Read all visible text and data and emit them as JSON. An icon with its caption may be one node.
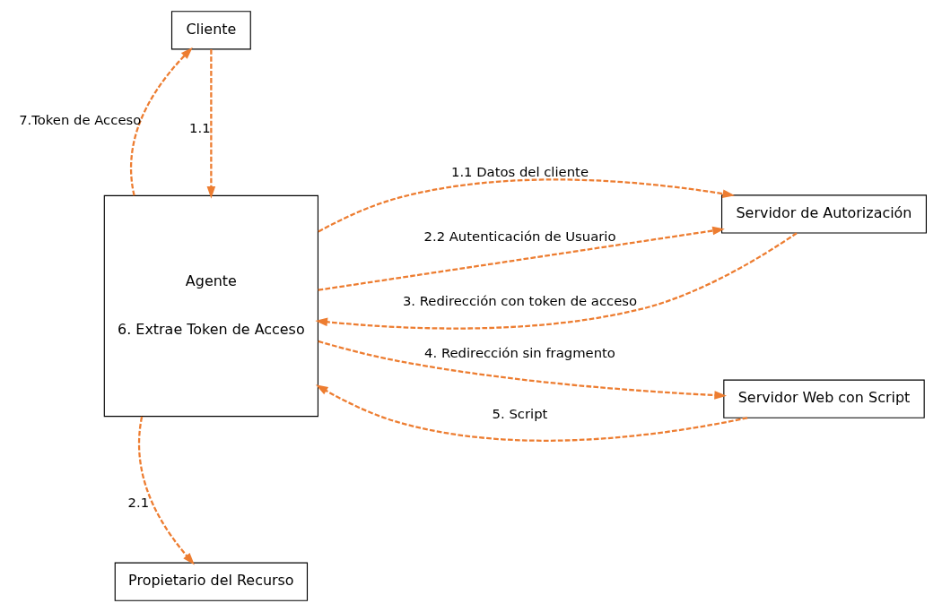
{
  "diagram": {
    "nodes": [
      {
        "text": [
          "Propietario del Recurso"
        ]
      },
      {
        "text": [
          "Agente",
          "6. Extrae Token de Acceso"
        ]
      },
      {
        "text": [
          "Servidor de Autorización"
        ]
      },
      {
        "text": [
          "Servidor Web con Script"
        ]
      },
      {
        "text": [
          "Cliente"
        ]
      }
    ],
    "edges": [
      {
        "from": 1,
        "to": 0,
        "arrow": "to",
        "label": "2.1",
        "style": "dashed"
      },
      {
        "from": 1,
        "to": 2,
        "arrow": "to",
        "label": "1.1 Datos del cliente",
        "style": "dashed"
      },
      {
        "from": 1,
        "to": 2,
        "arrow": "to",
        "label": "2.2 Autenticación de Usuario",
        "style": "dashed"
      },
      {
        "from": 2,
        "to": 1,
        "arrow": "to",
        "label": "3. Redirección con token de acceso",
        "style": "dashed"
      },
      {
        "from": 1,
        "to": 3,
        "arrow": "to",
        "label": "4. Redirección sin fragmento",
        "style": "dashed"
      },
      {
        "from": 3,
        "to": 1,
        "arrow": "to",
        "label": "5. Script",
        "style": "dashed"
      },
      {
        "from": 4,
        "to": 1,
        "arrow": "to",
        "label": "1.1",
        "style": "dashed"
      },
      {
        "from": 1,
        "to": 4,
        "arrow": "to",
        "label": "7.Token de Acceso",
        "style": "dashed"
      }
    ]
  }
}
